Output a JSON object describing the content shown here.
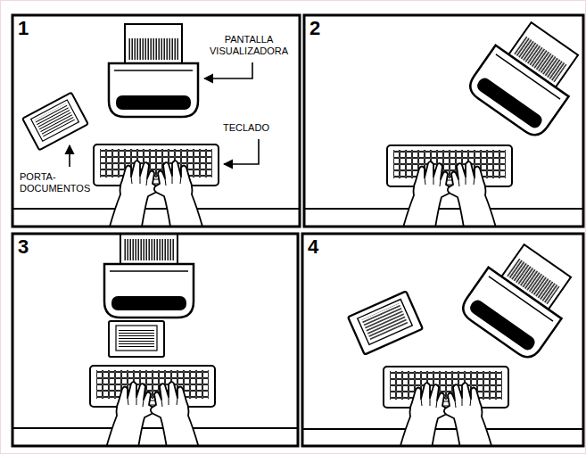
{
  "diagram": {
    "labels": [
      "1",
      "PANTALLA VISUALIZADORA",
      "TECLADO",
      "PORTA- DOCUMENTOS",
      "2",
      "3",
      "4"
    ]
  }
}
